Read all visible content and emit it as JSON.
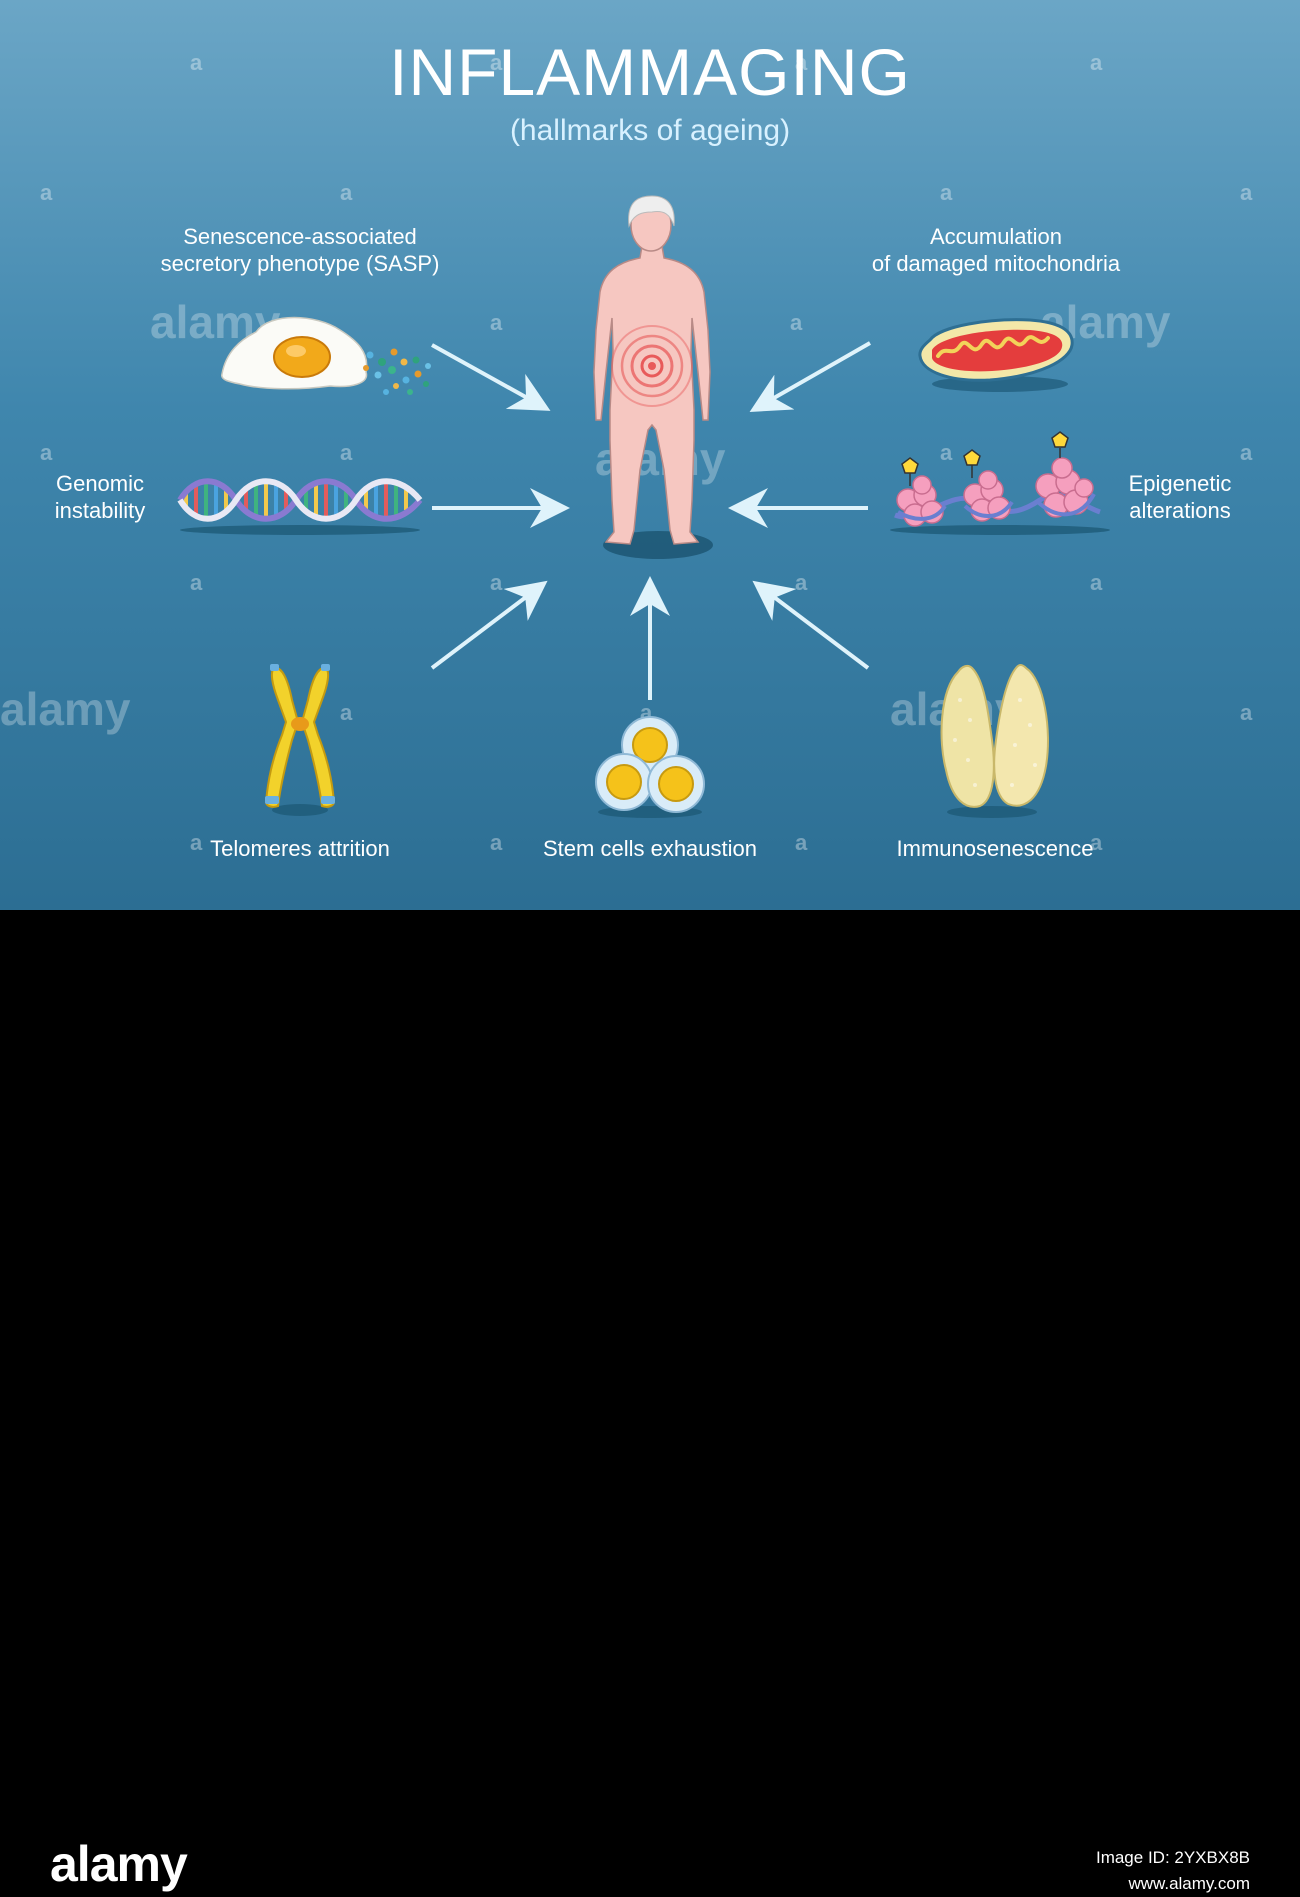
{
  "title": "INFLAMMAGING",
  "subtitle": "(hallmarks of ageing)",
  "labels": {
    "sasp": [
      "Senescence-associated",
      "secretory phenotype (SASP)"
    ],
    "mitochondria": [
      "Accumulation",
      "of damaged mitochondria"
    ],
    "genomic": [
      "Genomic",
      "instability"
    ],
    "epigenetic": [
      "Epigenetic",
      "alterations"
    ],
    "telomeres": "Telomeres attrition",
    "stem_cells": "Stem cells exhaustion",
    "immuno": "Immunosenescence"
  },
  "watermark": {
    "word": "alamy",
    "mark": "a",
    "image_id": "Image ID: 2YXBX8B",
    "site": "www.alamy.com"
  },
  "colors": {
    "background_top": "#6ba6c6",
    "background_bottom": "#2c6e93",
    "arrow": "#dff3fb",
    "body": "#f6c7c1",
    "inflammation": "#e85a5a"
  }
}
